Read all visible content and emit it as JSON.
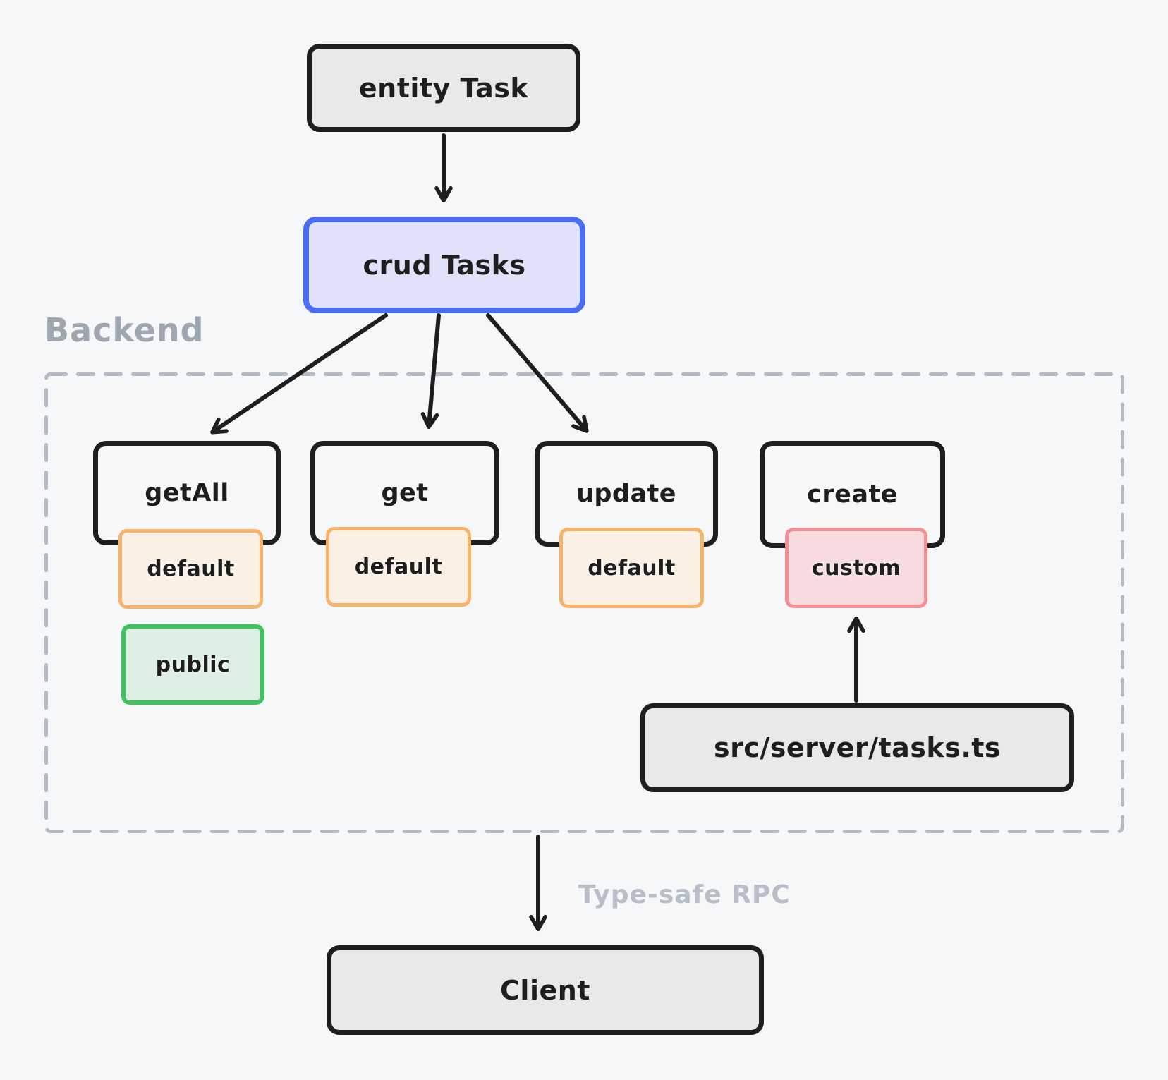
{
  "canvas": {
    "background": "#f6f7f9"
  },
  "nodes": {
    "entity_task": {
      "label": "entity Task",
      "fill": "#e9e9e9",
      "border": "#1e1e1e"
    },
    "crud_tasks": {
      "label": "crud Tasks",
      "fill": "#dfe2f8",
      "border": "#4a6df2"
    },
    "get_all": {
      "label": "getAll",
      "fill": "transparent",
      "border": "#1e1e1e"
    },
    "get": {
      "label": "get",
      "fill": "transparent",
      "border": "#1e1e1e"
    },
    "update": {
      "label": "update",
      "fill": "transparent",
      "border": "#1e1e1e"
    },
    "create": {
      "label": "create",
      "fill": "transparent",
      "border": "#1e1e1e"
    },
    "server_file": {
      "label": "src/server/tasks.ts",
      "fill": "#e9e9e9",
      "border": "#1e1e1e"
    },
    "client": {
      "label": "Client",
      "fill": "#e9e9e9",
      "border": "#1e1e1e"
    }
  },
  "badges": {
    "get_all_impl": {
      "label": "default",
      "fill": "#faf0e3",
      "border": "#f9b269"
    },
    "get_impl": {
      "label": "default",
      "fill": "#faf0e3",
      "border": "#f9b269"
    },
    "update_impl": {
      "label": "default",
      "fill": "#faf0e3",
      "border": "#f9b269"
    },
    "create_impl": {
      "label": "custom",
      "fill": "#f8dbde",
      "border": "#f59092"
    },
    "get_all_access": {
      "label": "public",
      "fill": "#dcefe2",
      "border": "#3fc35c"
    }
  },
  "region": {
    "backend_label": "Backend",
    "border_color": "#b4bac1"
  },
  "labels": {
    "backend": "Backend",
    "rpc": "Type-safe RPC"
  },
  "edges": [
    {
      "from": "entity_task",
      "to": "crud_tasks"
    },
    {
      "from": "crud_tasks",
      "to": "get_all"
    },
    {
      "from": "crud_tasks",
      "to": "get"
    },
    {
      "from": "crud_tasks",
      "to": "update"
    },
    {
      "from": "server_file",
      "to": "create_impl"
    },
    {
      "from": "backend_region",
      "to": "client",
      "label": "Type-safe RPC"
    }
  ],
  "arrow_color": "#1e1e1e"
}
